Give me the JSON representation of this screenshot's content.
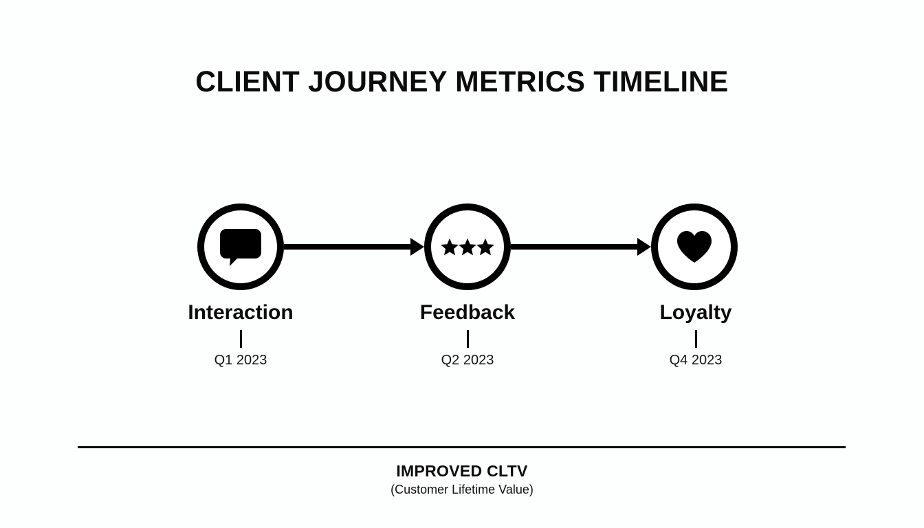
{
  "slide": {
    "title": "CLIENT JOURNEY METRICS TIMELINE",
    "background_color": "#fdfefe",
    "ink_color": "#000000"
  },
  "timeline": {
    "stages": [
      {
        "label": "Interaction",
        "date": "Q1 2023",
        "icon": "speech-bubble-icon"
      },
      {
        "label": "Feedback",
        "date": "Q2 2023",
        "icon": "three-stars-icon"
      },
      {
        "label": "Loyalty",
        "date": "Q4 2023",
        "icon": "heart-icon"
      }
    ],
    "connectors": [
      {
        "icon": "arrow-right-icon"
      },
      {
        "icon": "arrow-right-icon"
      }
    ]
  },
  "footer": {
    "headline": "IMPROVED CLTV",
    "subtitle": "(Customer Lifetime Value)"
  }
}
